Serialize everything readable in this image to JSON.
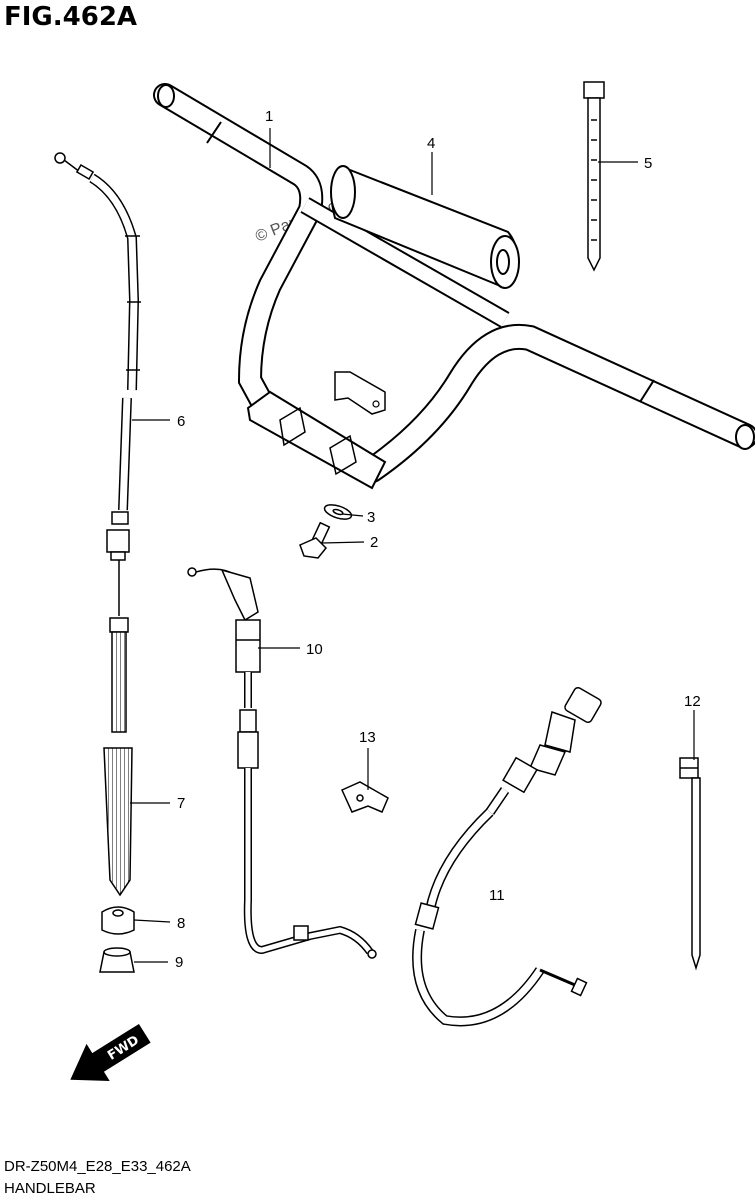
{
  "figure": {
    "title": "FIG.462A",
    "code": "DR-Z50M4_E28_E33_462A",
    "name": "HANDLEBAR"
  },
  "watermark": "© Partzilla.com",
  "direction_badge": "FWD",
  "callouts": [
    {
      "id": "1",
      "part": "handlebar"
    },
    {
      "id": "2",
      "part": "bolt"
    },
    {
      "id": "3",
      "part": "washer"
    },
    {
      "id": "4",
      "part": "handlebar-pad"
    },
    {
      "id": "5",
      "part": "cable-tie"
    },
    {
      "id": "6",
      "part": "clutch-cable"
    },
    {
      "id": "7",
      "part": "cable-boot"
    },
    {
      "id": "8",
      "part": "cable-collar"
    },
    {
      "id": "9",
      "part": "cable-nut"
    },
    {
      "id": "10",
      "part": "throttle-cable"
    },
    {
      "id": "11",
      "part": "choke-cable"
    },
    {
      "id": "12",
      "part": "clamp-tie"
    },
    {
      "id": "13",
      "part": "cable-clip"
    }
  ]
}
